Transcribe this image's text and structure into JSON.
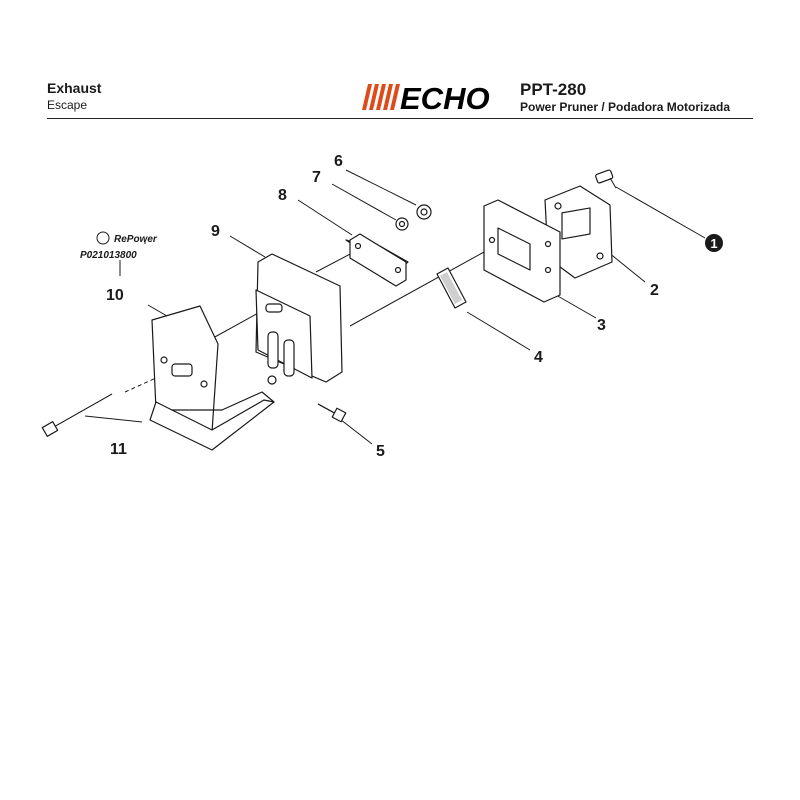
{
  "header": {
    "title": "Exhaust",
    "subtitle": "Escape",
    "brand": "ECHO",
    "model": "PPT-280",
    "model_description": "Power Pruner / Podadora Motorizada"
  },
  "repower": {
    "badge": "RePower",
    "part_number": "P021013800"
  },
  "callouts": [
    "1",
    "2",
    "3",
    "4",
    "5",
    "6",
    "7",
    "8",
    "9",
    "10",
    "11"
  ],
  "colors": {
    "logo_stripes": "#e04a1a",
    "ink": "#1a1a1a"
  }
}
